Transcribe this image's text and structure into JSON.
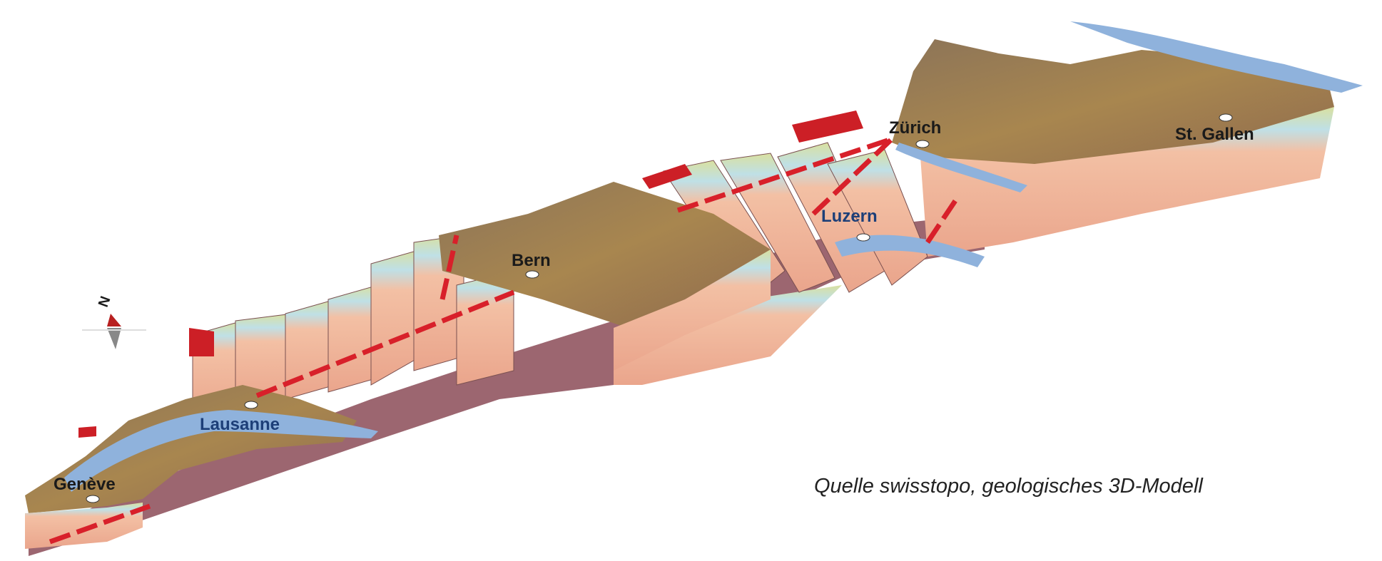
{
  "cities": {
    "geneve": "Genève",
    "lausanne": "Lausanne",
    "bern": "Bern",
    "luzern": "Luzern",
    "zurich": "Zürich",
    "st_gallen": "St. Gallen"
  },
  "compass": {
    "label": "N"
  },
  "caption": "Quelle swisstopo, geologisches 3D-Modell",
  "colors": {
    "terrain": "#9a7a4c",
    "lake": "#8fb2dc",
    "section": "#f0b79a",
    "fault": "#d8202a",
    "base": "#a06a72"
  }
}
